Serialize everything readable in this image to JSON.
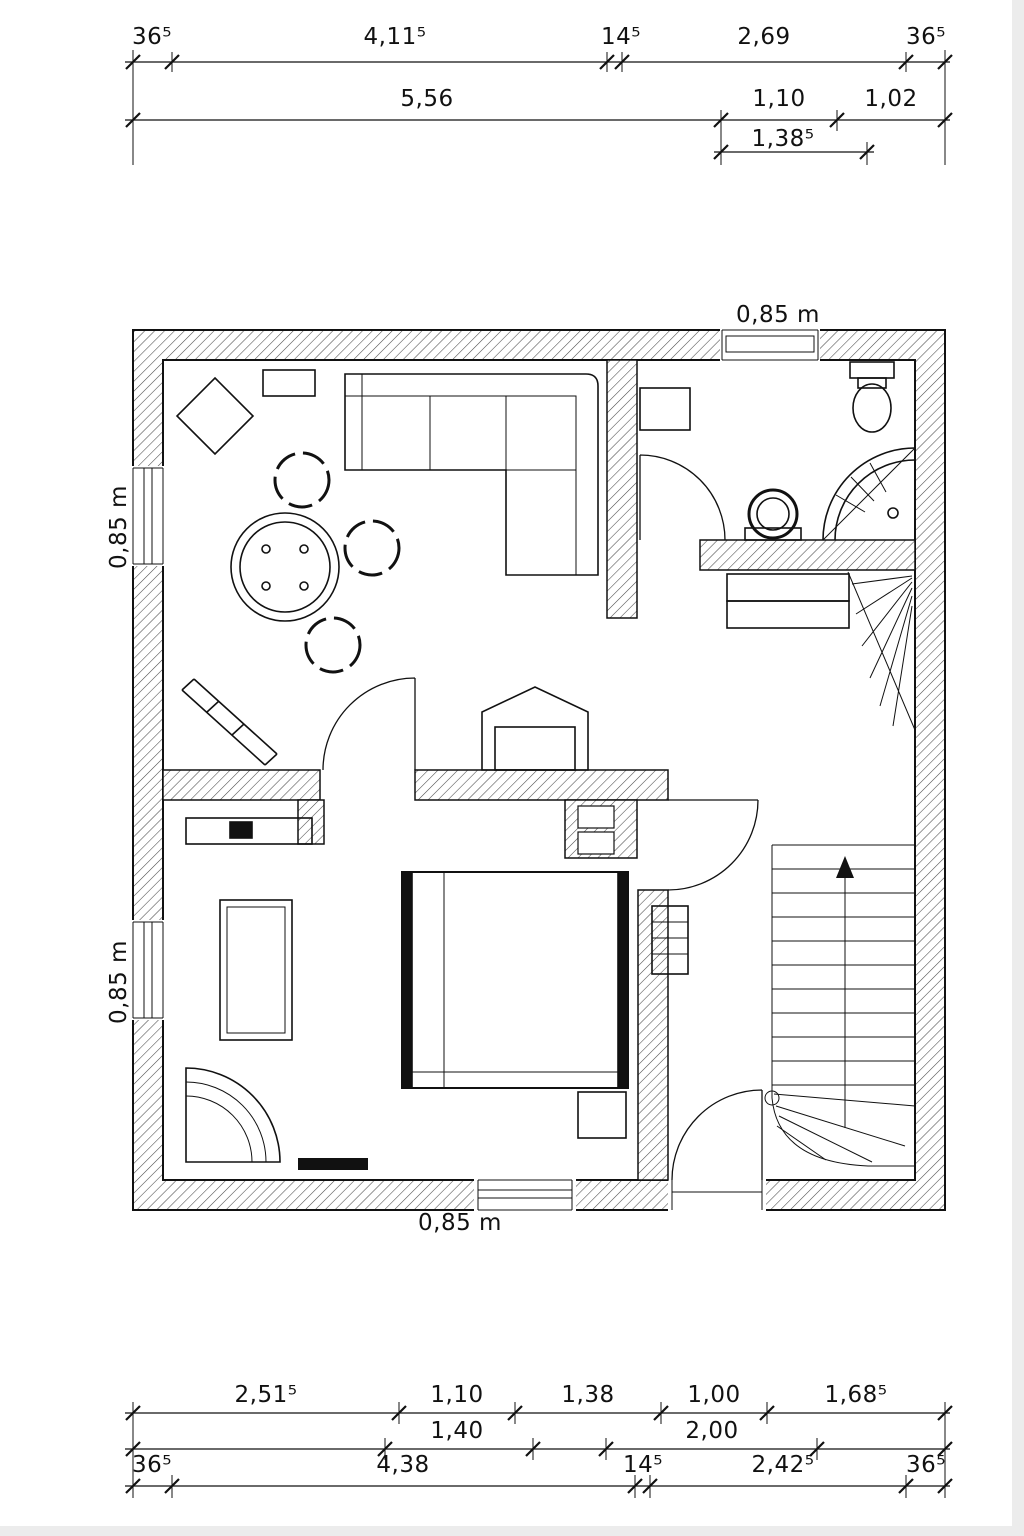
{
  "drawing": {
    "type": "floor-plan",
    "background": "#ffffff",
    "line_color": "#111111"
  },
  "dims": {
    "top1": [
      "36⁵",
      "4,11⁵",
      "14⁵",
      "2,69",
      "36⁵"
    ],
    "top2": [
      "5,56",
      "1,10",
      "1,02"
    ],
    "top3": [
      "1,38⁵"
    ],
    "bottom1": [
      "2,51⁵",
      "1,10",
      "1,38",
      "1,00",
      "1,68⁵"
    ],
    "bottom2": [
      "1,40",
      "2,00"
    ],
    "bottom3": [
      "36⁵",
      "4,38",
      "14⁵",
      "2,42⁵",
      "36⁵"
    ],
    "opening_labels": {
      "top_window": "0,85 m",
      "left_window_upper": "0,85 m",
      "left_window_lower": "0,85 m",
      "bottom_window": "0,85 m"
    }
  }
}
